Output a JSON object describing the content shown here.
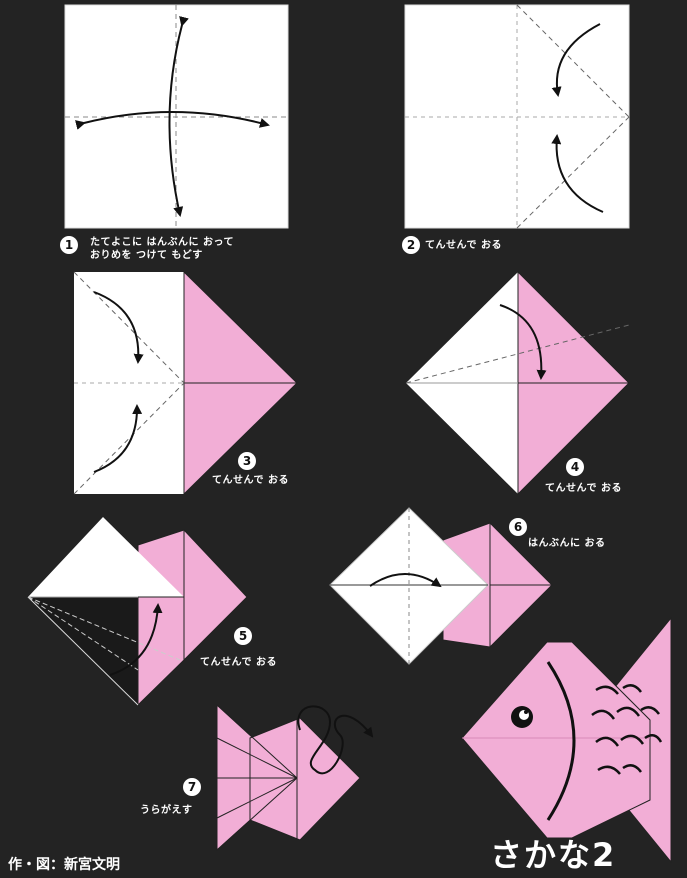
{
  "title": "さかな2",
  "credit": "作・図：新宮文明",
  "steps": [
    {
      "number": "1",
      "text_lines": [
        "たてよこに はんぶんに おって",
        "おりめを つけて もどす"
      ]
    },
    {
      "number": "2",
      "text_lines": [
        "てんせんで おる"
      ]
    },
    {
      "number": "3",
      "text_lines": [
        "てんせんで おる"
      ]
    },
    {
      "number": "4",
      "text_lines": [
        "てんせんで おる"
      ]
    },
    {
      "number": "5",
      "text_lines": [
        "てんせんで おる"
      ]
    },
    {
      "number": "6",
      "text_lines": [
        "はんぶんに おる"
      ]
    },
    {
      "number": "7",
      "text_lines": [
        "うらがえす"
      ]
    }
  ],
  "colors": {
    "background": "#232323",
    "paper_white": "#ffffff",
    "paper_pink": "#f2aed6",
    "line": "#222222"
  }
}
